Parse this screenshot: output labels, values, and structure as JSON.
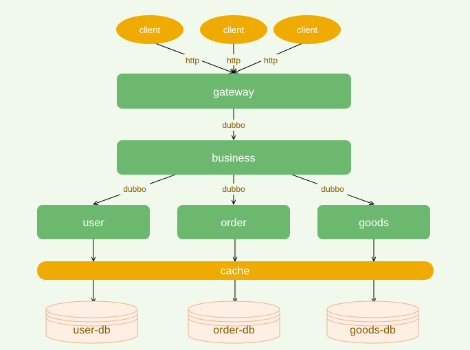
{
  "colors": {
    "background": "#F0F9EC",
    "service_fill": "#6BB86E",
    "client_fill": "#F0AB00",
    "cache_fill": "#F0AB00",
    "db_fill": "#FDEFE3",
    "db_stroke": "#F3B38A",
    "edge": "#000000",
    "edge_label": "#8B5A00"
  },
  "clients": [
    {
      "label": "client"
    },
    {
      "label": "client"
    },
    {
      "label": "client"
    }
  ],
  "gateway": {
    "label": "gateway"
  },
  "business": {
    "label": "business"
  },
  "services": [
    {
      "label": "user"
    },
    {
      "label": "order"
    },
    {
      "label": "goods"
    }
  ],
  "cache": {
    "label": "cache"
  },
  "databases": [
    {
      "label": "user-db"
    },
    {
      "label": "order-db"
    },
    {
      "label": "goods-db"
    }
  ],
  "edges": {
    "client_to_gateway": [
      "http",
      "http",
      "http"
    ],
    "gateway_to_business": "dubbo",
    "business_to_services": [
      "dubbo",
      "dubbo",
      "dubbo"
    ]
  }
}
